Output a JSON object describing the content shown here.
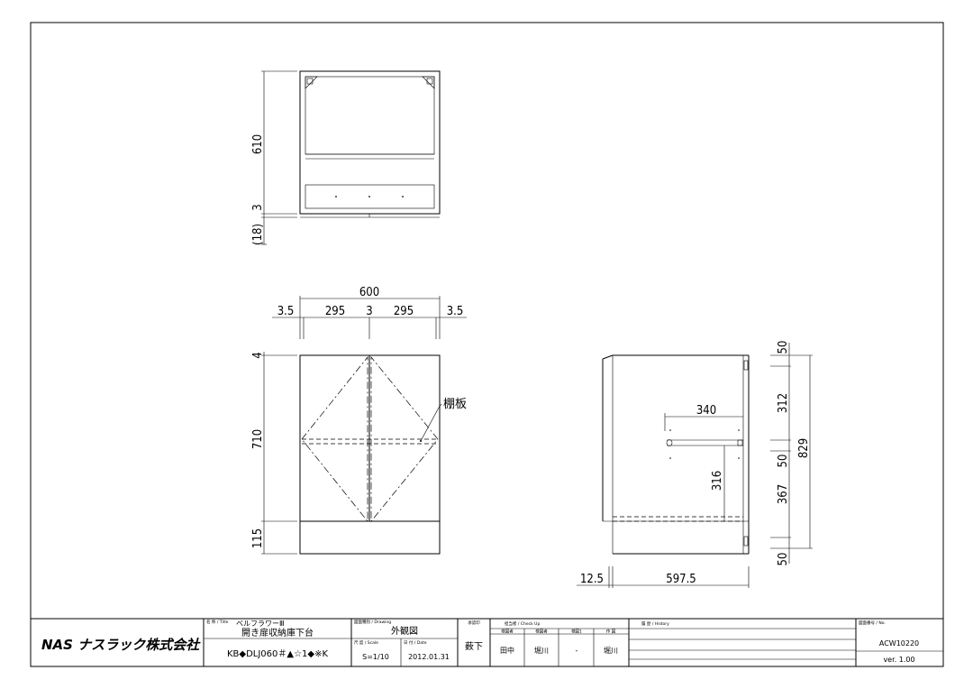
{
  "dimensions": {
    "top_depth": "610",
    "top_gap": "3",
    "top_base": "(18)",
    "front_width": "600",
    "front_margin_left": "3.5",
    "front_door_left": "295",
    "front_gap": "3",
    "front_door_right": "295",
    "front_margin_right": "3.5",
    "front_top": "4",
    "front_height": "710",
    "front_plinth": "115",
    "shelf_label": "棚板",
    "side_depth_inner": "340",
    "side_shelf_height": "316",
    "side_top": "50",
    "side_upper": "312",
    "side_mid": "50",
    "side_lower": "367",
    "side_bottom": "50",
    "side_total": "829",
    "side_back": "12.5",
    "side_depth": "597.5"
  },
  "title_block": {
    "company": "NAS ナスラック株式会社",
    "title_label": "名 称 / Title",
    "series": "ベルフラワーⅢ",
    "product_name": "開き扉収納庫下台",
    "model": "KB◆DLJ060＃▲☆1◆※K",
    "drawing_type_label": "図面種別 / Drawing",
    "drawing_type": "外観図",
    "scale_label": "尺 度 / Scale",
    "scale": "S=1/10",
    "date_label": "日 付 / Date",
    "date": "2012.01.31",
    "issued_label": "承認印",
    "issued_by": "薮下",
    "check_label": "担当者 / Check Up",
    "check_sub1": "検図者",
    "check_sub2": "検図者",
    "check_sub3": "検図1",
    "check_sub4": "作 図",
    "checker1": "田中",
    "checker2": "堀川",
    "checker3": "-",
    "drafter": "堀川",
    "history_label": "履 歴 / History",
    "number_label": "図面番号 / No.",
    "drawing_number": "ACW10220",
    "version": "ver. 1.00"
  }
}
